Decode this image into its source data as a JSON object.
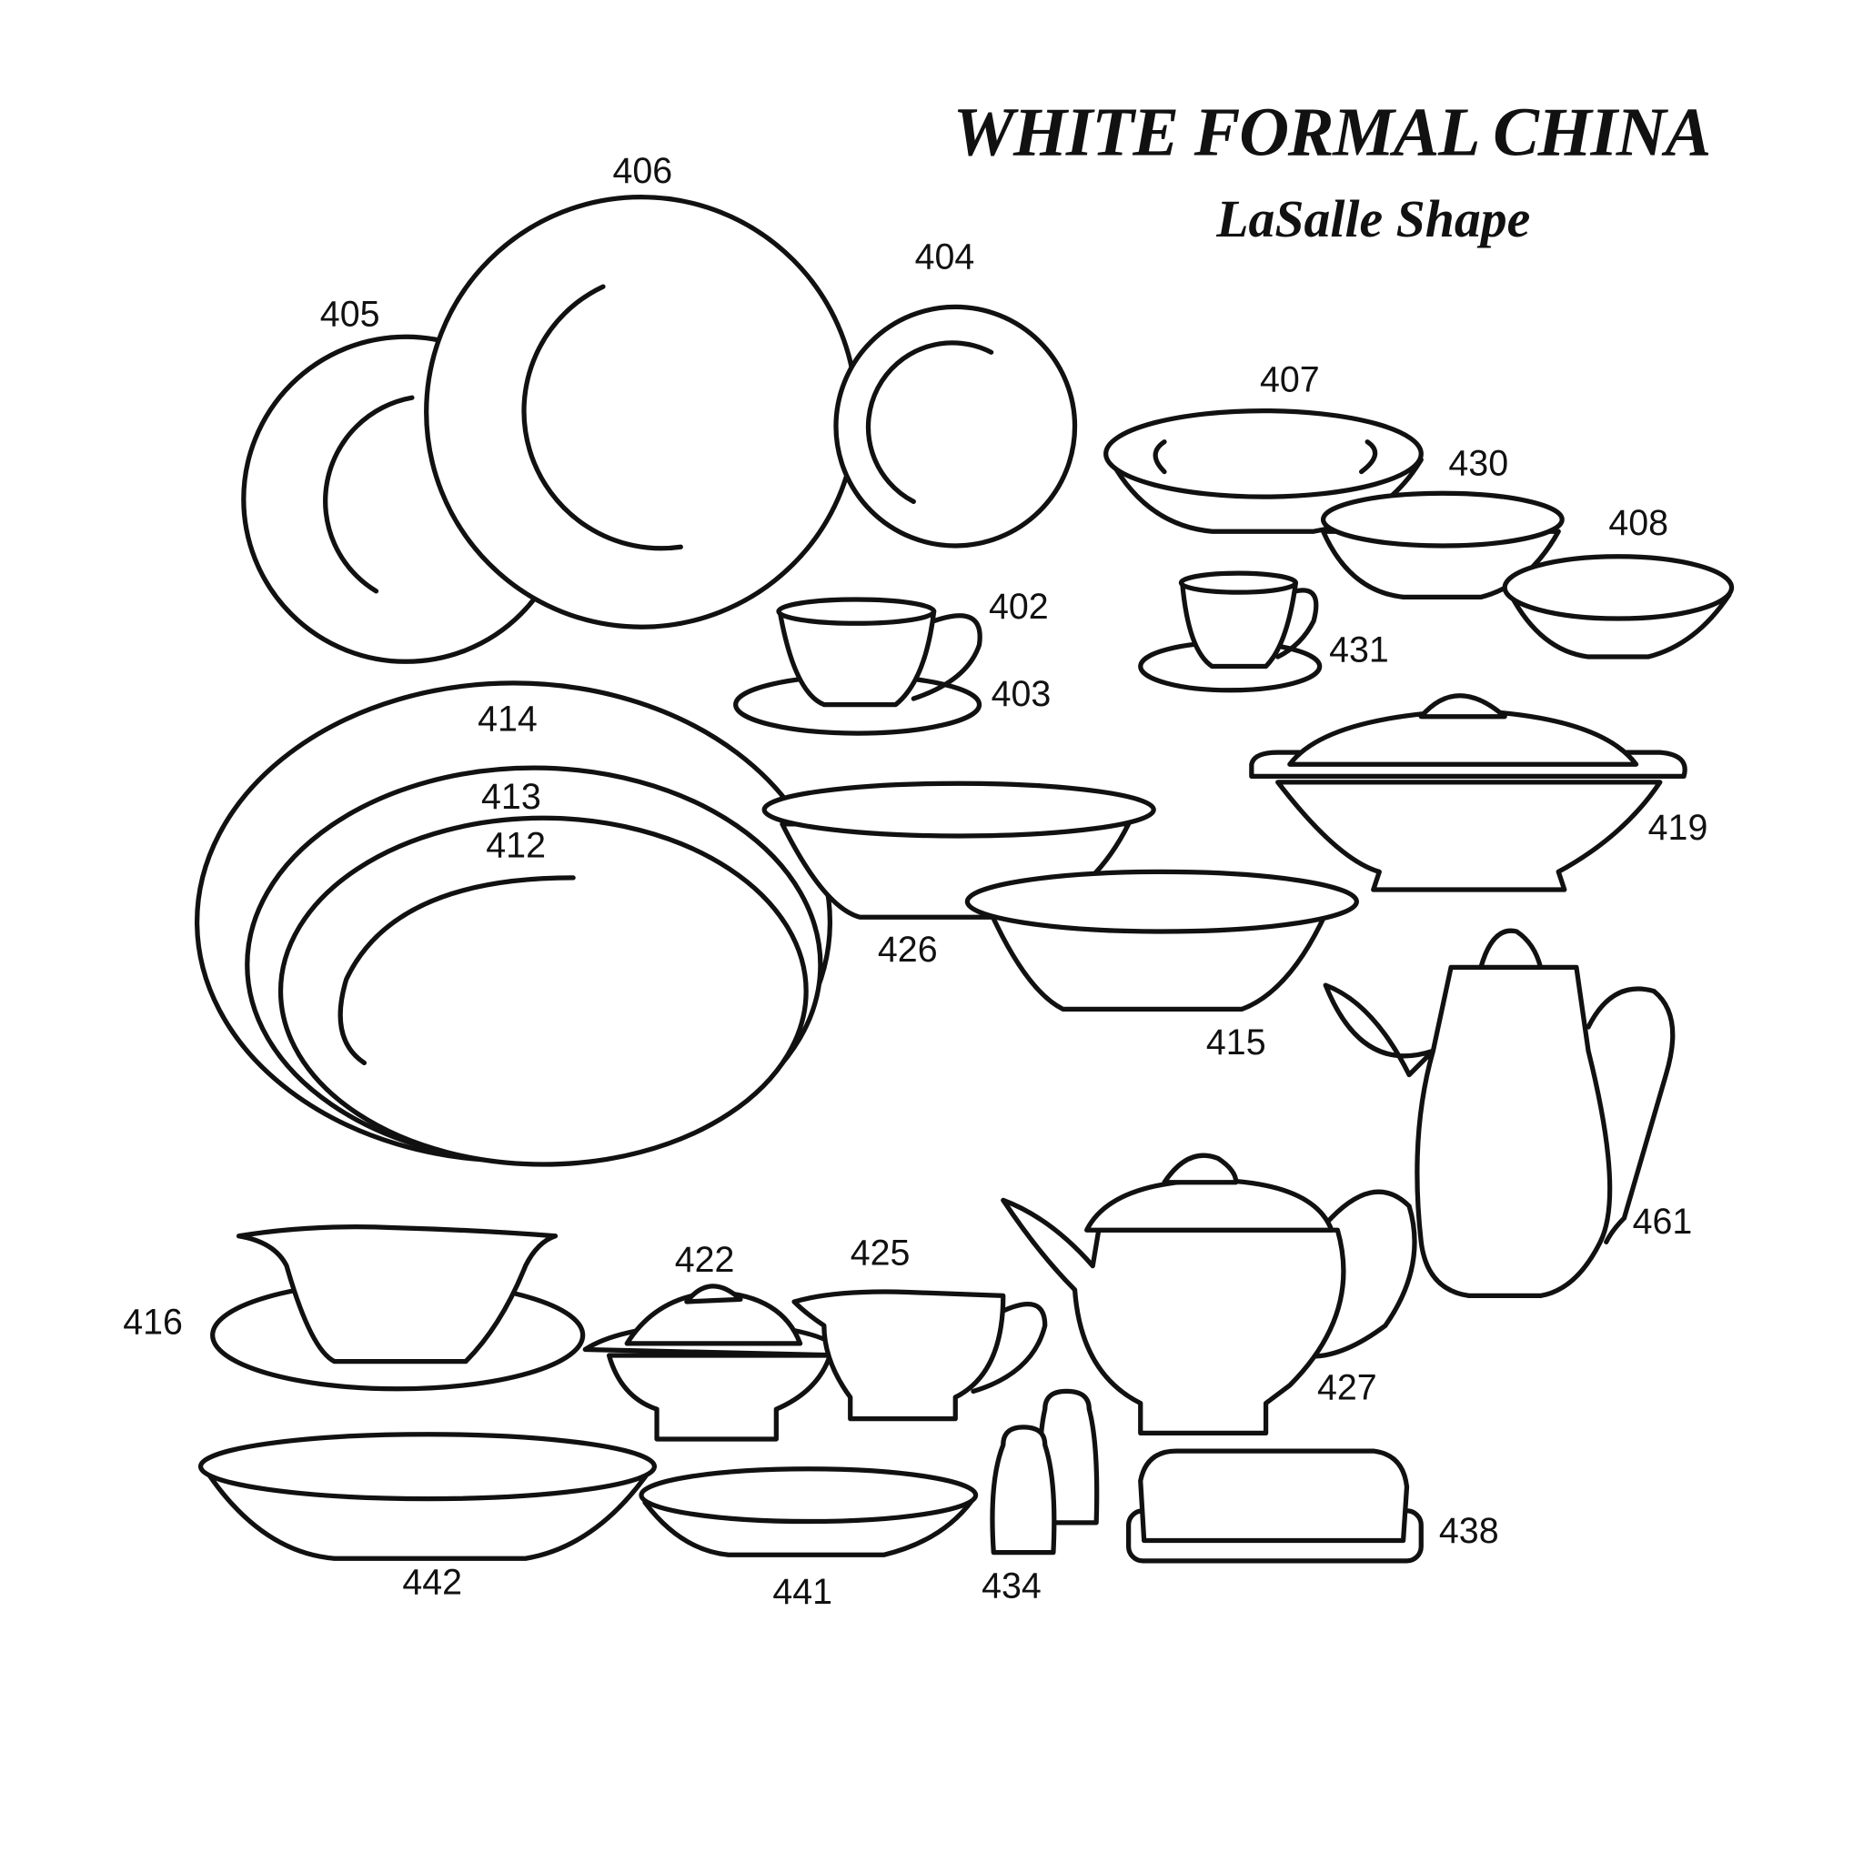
{
  "header": {
    "title": "WHITE FORMAL CHINA",
    "subtitle": "LaSalle Shape"
  },
  "colors": {
    "ink": "#111111",
    "paper": "#ffffff"
  },
  "items": {
    "i402": "402",
    "i403": "403",
    "i404": "404",
    "i405": "405",
    "i406": "406",
    "i407": "407",
    "i408": "408",
    "i412": "412",
    "i413": "413",
    "i414": "414",
    "i415": "415",
    "i416": "416",
    "i419": "419",
    "i422": "422",
    "i425": "425",
    "i426": "426",
    "i427": "427",
    "i430": "430",
    "i431": "431",
    "i434": "434",
    "i438": "438",
    "i441": "441",
    "i442": "442",
    "i461": "461"
  }
}
